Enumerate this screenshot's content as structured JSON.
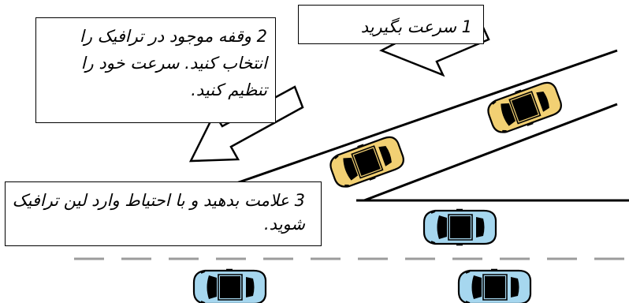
{
  "colors": {
    "ink": "#000000",
    "paper": "#ffffff",
    "merge_car": "#f2d073",
    "traffic_car": "#a6d7ef",
    "lane_dash": "#9c9c9c"
  },
  "icons": {
    "arrow": "arrow-left-icon",
    "merging_car": "car-yellow-icon",
    "highway_car": "car-blue-icon"
  },
  "steps": [
    {
      "number": "1",
      "text": "سرعت بگیرید"
    },
    {
      "number": "2",
      "text": "وقفه موجود در ترافیک را انتخاب کنید. سرعت خود را تنظیم کنید."
    },
    {
      "number": "3",
      "text": "علامت بدهید و با احتیاط وارد لین ترافیک شوید."
    }
  ]
}
